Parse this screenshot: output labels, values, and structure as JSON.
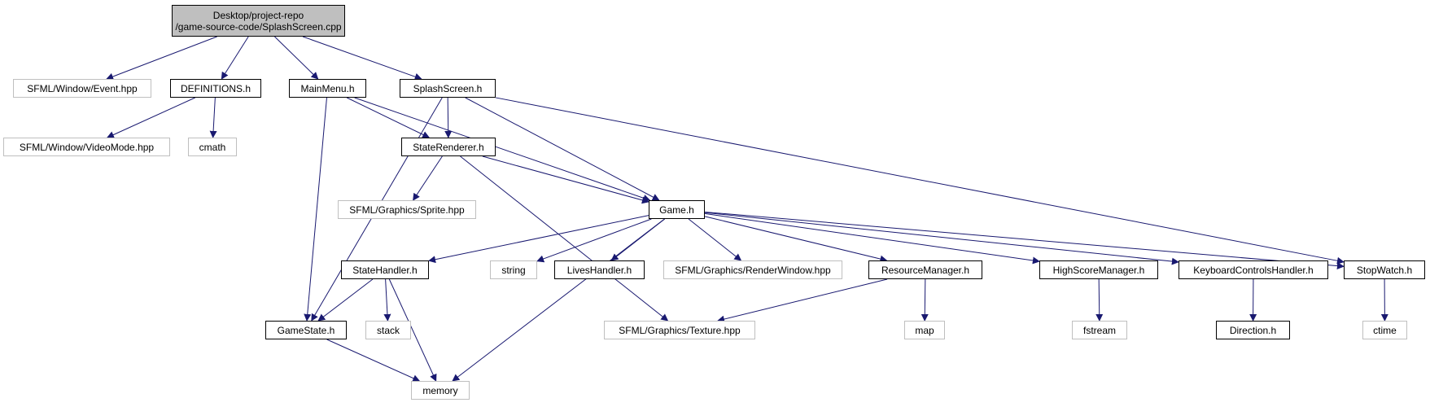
{
  "diagram": {
    "edge_color": "#191970",
    "root": {
      "line1": "Desktop/project-repo",
      "line2": "/game-source-code/SplashScreen.cpp"
    },
    "nodes": {
      "event": "SFML/Window/Event.hpp",
      "definitions": "DEFINITIONS.h",
      "mainmenu": "MainMenu.h",
      "splashscreen_h": "SplashScreen.h",
      "videomode": "SFML/Window/VideoMode.hpp",
      "cmath": "cmath",
      "staterenderer": "StateRenderer.h",
      "sprite": "SFML/Graphics/Sprite.hpp",
      "game": "Game.h",
      "statehandler": "StateHandler.h",
      "string": "string",
      "liveshandler": "LivesHandler.h",
      "renderwindow": "SFML/Graphics/RenderWindow.hpp",
      "resourcemanager": "ResourceManager.h",
      "highscoremanager": "HighScoreManager.h",
      "keyboardcontrols": "KeyboardControlsHandler.h",
      "stopwatch": "StopWatch.h",
      "gamestate": "GameState.h",
      "stack": "stack",
      "texture": "SFML/Graphics/Texture.hpp",
      "map": "map",
      "fstream": "fstream",
      "direction": "Direction.h",
      "ctime": "ctime",
      "memory": "memory"
    },
    "edges": [
      [
        "root",
        "event"
      ],
      [
        "root",
        "definitions"
      ],
      [
        "root",
        "mainmenu"
      ],
      [
        "root",
        "splashscreen_h"
      ],
      [
        "definitions",
        "videomode"
      ],
      [
        "definitions",
        "cmath"
      ],
      [
        "mainmenu",
        "staterenderer"
      ],
      [
        "mainmenu",
        "game"
      ],
      [
        "mainmenu",
        "gamestate"
      ],
      [
        "splashscreen_h",
        "staterenderer"
      ],
      [
        "splashscreen_h",
        "game"
      ],
      [
        "splashscreen_h",
        "gamestate"
      ],
      [
        "splashscreen_h",
        "stopwatch"
      ],
      [
        "staterenderer",
        "sprite"
      ],
      [
        "staterenderer",
        "game"
      ],
      [
        "staterenderer",
        "texture"
      ],
      [
        "game",
        "statehandler"
      ],
      [
        "game",
        "string"
      ],
      [
        "game",
        "liveshandler"
      ],
      [
        "game",
        "renderwindow"
      ],
      [
        "game",
        "resourcemanager"
      ],
      [
        "game",
        "highscoremanager"
      ],
      [
        "game",
        "keyboardcontrols"
      ],
      [
        "game",
        "stopwatch"
      ],
      [
        "game",
        "memory"
      ],
      [
        "statehandler",
        "gamestate"
      ],
      [
        "statehandler",
        "stack"
      ],
      [
        "statehandler",
        "memory"
      ],
      [
        "gamestate",
        "memory"
      ],
      [
        "resourcemanager",
        "texture"
      ],
      [
        "resourcemanager",
        "map"
      ],
      [
        "highscoremanager",
        "fstream"
      ],
      [
        "keyboardcontrols",
        "direction"
      ],
      [
        "stopwatch",
        "ctime"
      ]
    ]
  }
}
